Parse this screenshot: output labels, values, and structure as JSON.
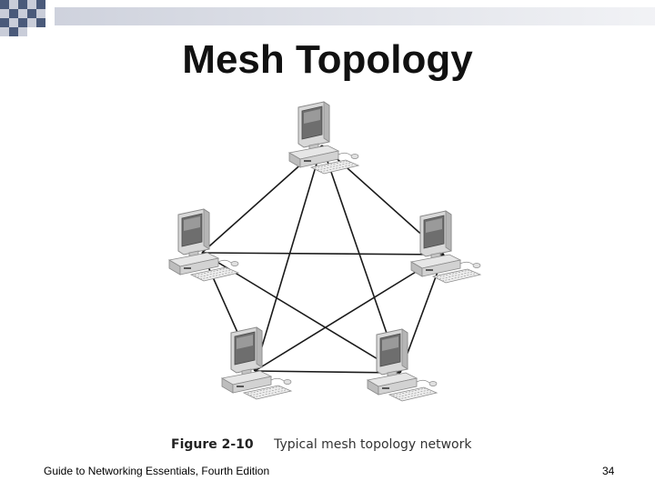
{
  "slide": {
    "title": "Mesh Topology",
    "caption_number": "Figure 2-10",
    "caption_text": "Typical mesh topology network",
    "footer": "Guide to Networking Essentials, Fourth Edition",
    "page_number": "34"
  },
  "diagram": {
    "nodes": [
      {
        "id": "top"
      },
      {
        "id": "left"
      },
      {
        "id": "right"
      },
      {
        "id": "bottom-left"
      },
      {
        "id": "bottom-right"
      }
    ],
    "links": [
      [
        "top",
        "left"
      ],
      [
        "top",
        "right"
      ],
      [
        "top",
        "bottom-left"
      ],
      [
        "top",
        "bottom-right"
      ],
      [
        "left",
        "right"
      ],
      [
        "left",
        "bottom-left"
      ],
      [
        "left",
        "bottom-right"
      ],
      [
        "right",
        "bottom-left"
      ],
      [
        "right",
        "bottom-right"
      ],
      [
        "bottom-left",
        "bottom-right"
      ]
    ]
  },
  "colors": {
    "checker_dark": "#4a5a7a",
    "checker_light": "#c9cdd9",
    "link": "#1a1a1a"
  }
}
